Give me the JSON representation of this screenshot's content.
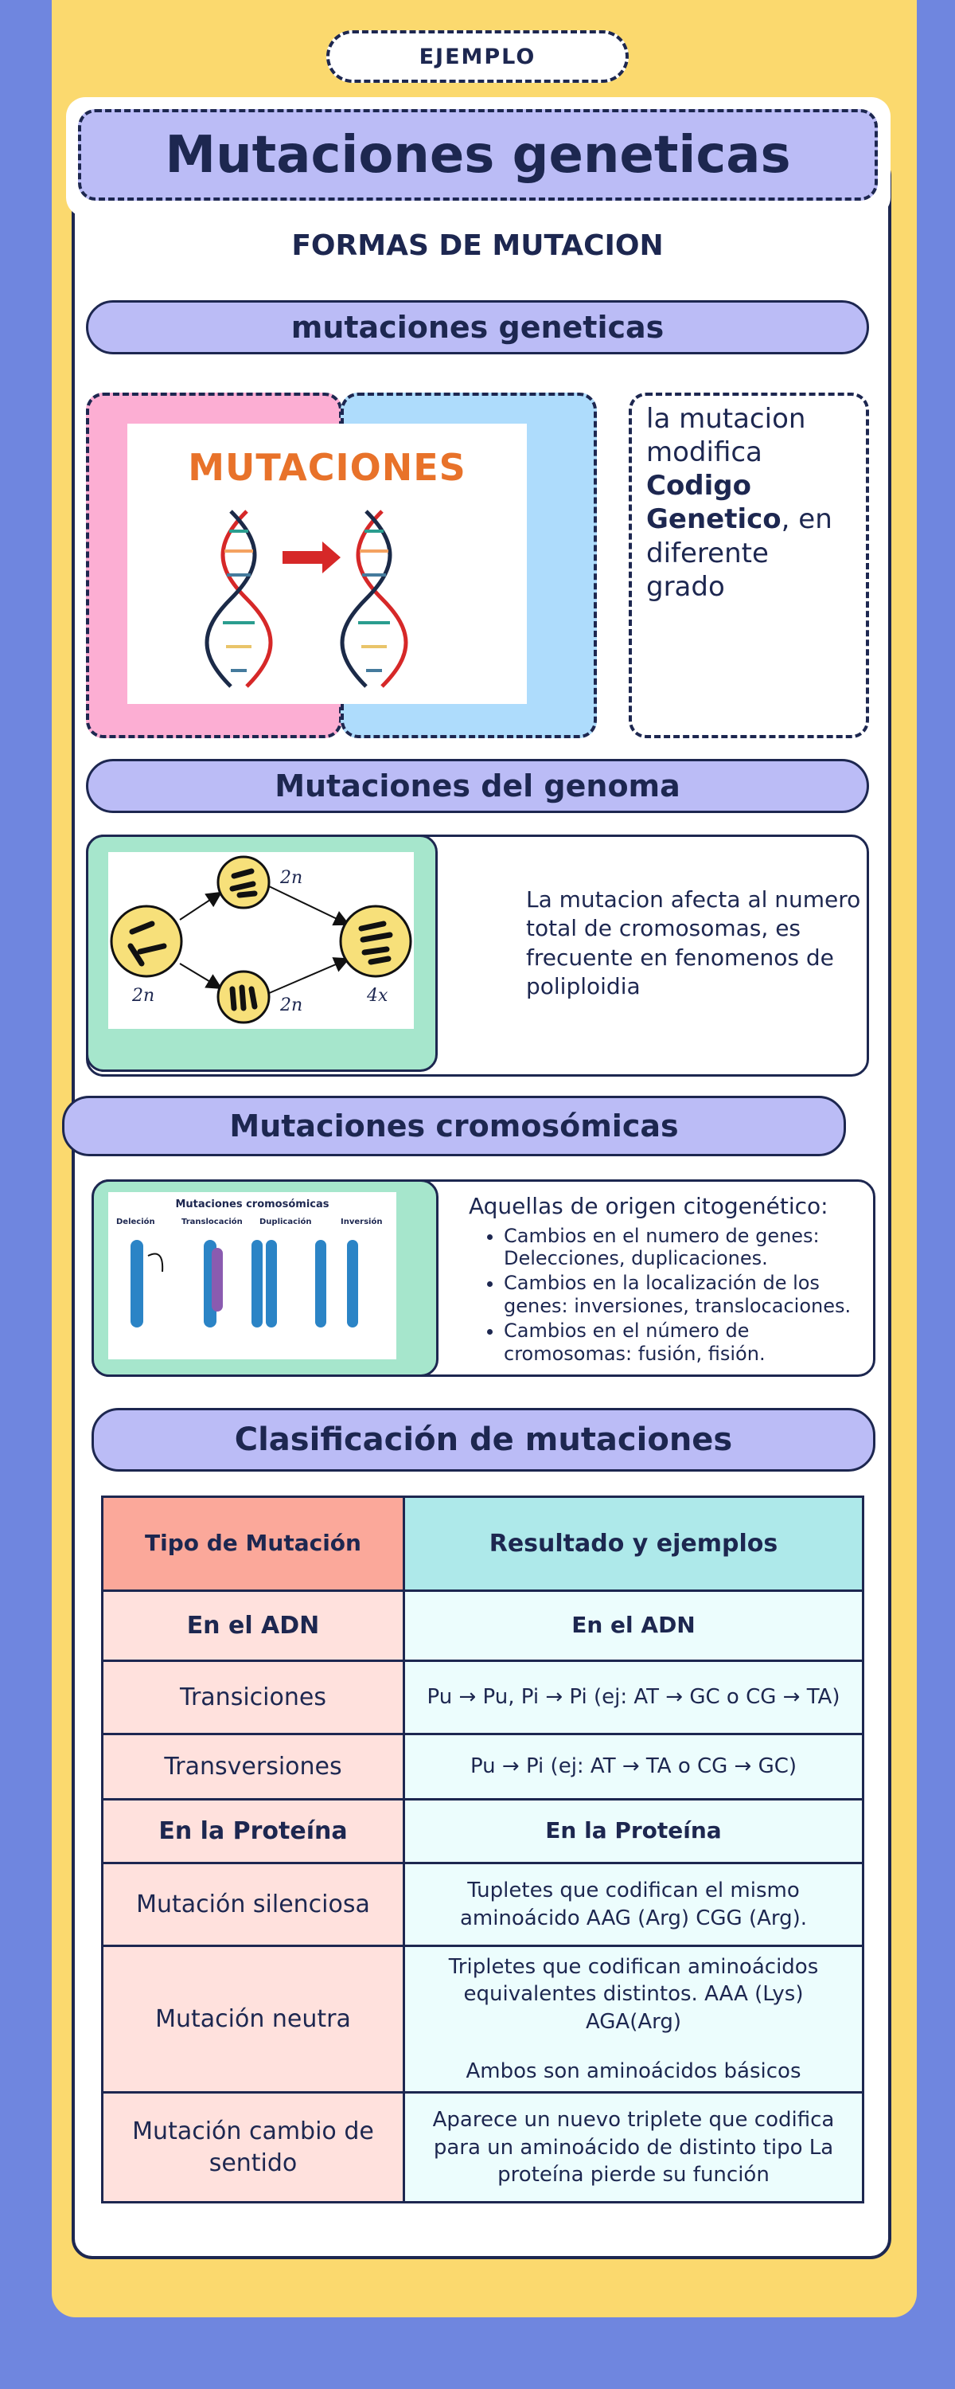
{
  "header": {
    "tag": "EJEMPLO",
    "title": "Mutaciones geneticas",
    "subtitle": "FORMAS DE MUTACION"
  },
  "section1": {
    "heading": "mutaciones geneticas",
    "image_caption": "MUTACIONES",
    "text_pre": "la mutacion modifica ",
    "text_bold": "Codigo Genetico",
    "text_post": ", en diferente grado"
  },
  "section2": {
    "heading": "Mutaciones del genoma",
    "label_2n_top": "2n",
    "label_2n_left": "2n",
    "label_2n_bottom": "2n",
    "label_4x": "4x",
    "text": "La mutacion afecta al numero total de cromosomas, es frecuente en fenomenos de poliploidia"
  },
  "section3": {
    "heading": "Mutaciones cromosómicas",
    "img_title": "Mutaciones cromosómicas",
    "img_labels": [
      "Deleción",
      "Translocación",
      "Duplicación",
      "Inversión"
    ],
    "intro": "Aquellas de origen citogenético:",
    "bullets": [
      "Cambios en el numero de genes: Delecciones, duplicaciones.",
      "Cambios en la localización de los genes: inversiones, translocaciones.",
      "Cambios en el número de cromosomas: fusión, fisión."
    ]
  },
  "section4": {
    "heading": "Clasificación de mutaciones",
    "table": {
      "headers": [
        "Tipo de Mutación",
        "Resultado  y ejemplos"
      ],
      "rows": [
        [
          "En el ADN",
          "En el ADN"
        ],
        [
          "Transiciones",
          "Pu → Pu, Pi → Pi (ej: AT → GC o CG → TA)"
        ],
        [
          "Transversiones",
          "Pu → Pi (ej: AT → TA o CG → GC)"
        ],
        [
          "En la Proteína",
          "En la Proteína"
        ],
        [
          "Mutación silenciosa",
          "Tupletes que codifican el mismo aminoácido AAG (Arg) CGG (Arg)."
        ],
        [
          "Mutación neutra",
          "Tripletes que codifican aminoácidos equivalentes distintos. AAA (Lys) AGA(Arg)",
          "Ambos son aminoácidos básicos"
        ],
        [
          "Mutación cambio de sentido",
          "Aparece un nuevo triplete que codifica para un aminoácido de distinto tipo La proteína pierde su función"
        ]
      ]
    }
  },
  "colors": {
    "background": "#6f86df",
    "panel": "#fbd96e",
    "heading_band": "#bbbcf6",
    "dark": "#1d2750",
    "pink": "#fcaed3",
    "light_blue": "#aedcfc",
    "mint": "#a6e6cc"
  }
}
